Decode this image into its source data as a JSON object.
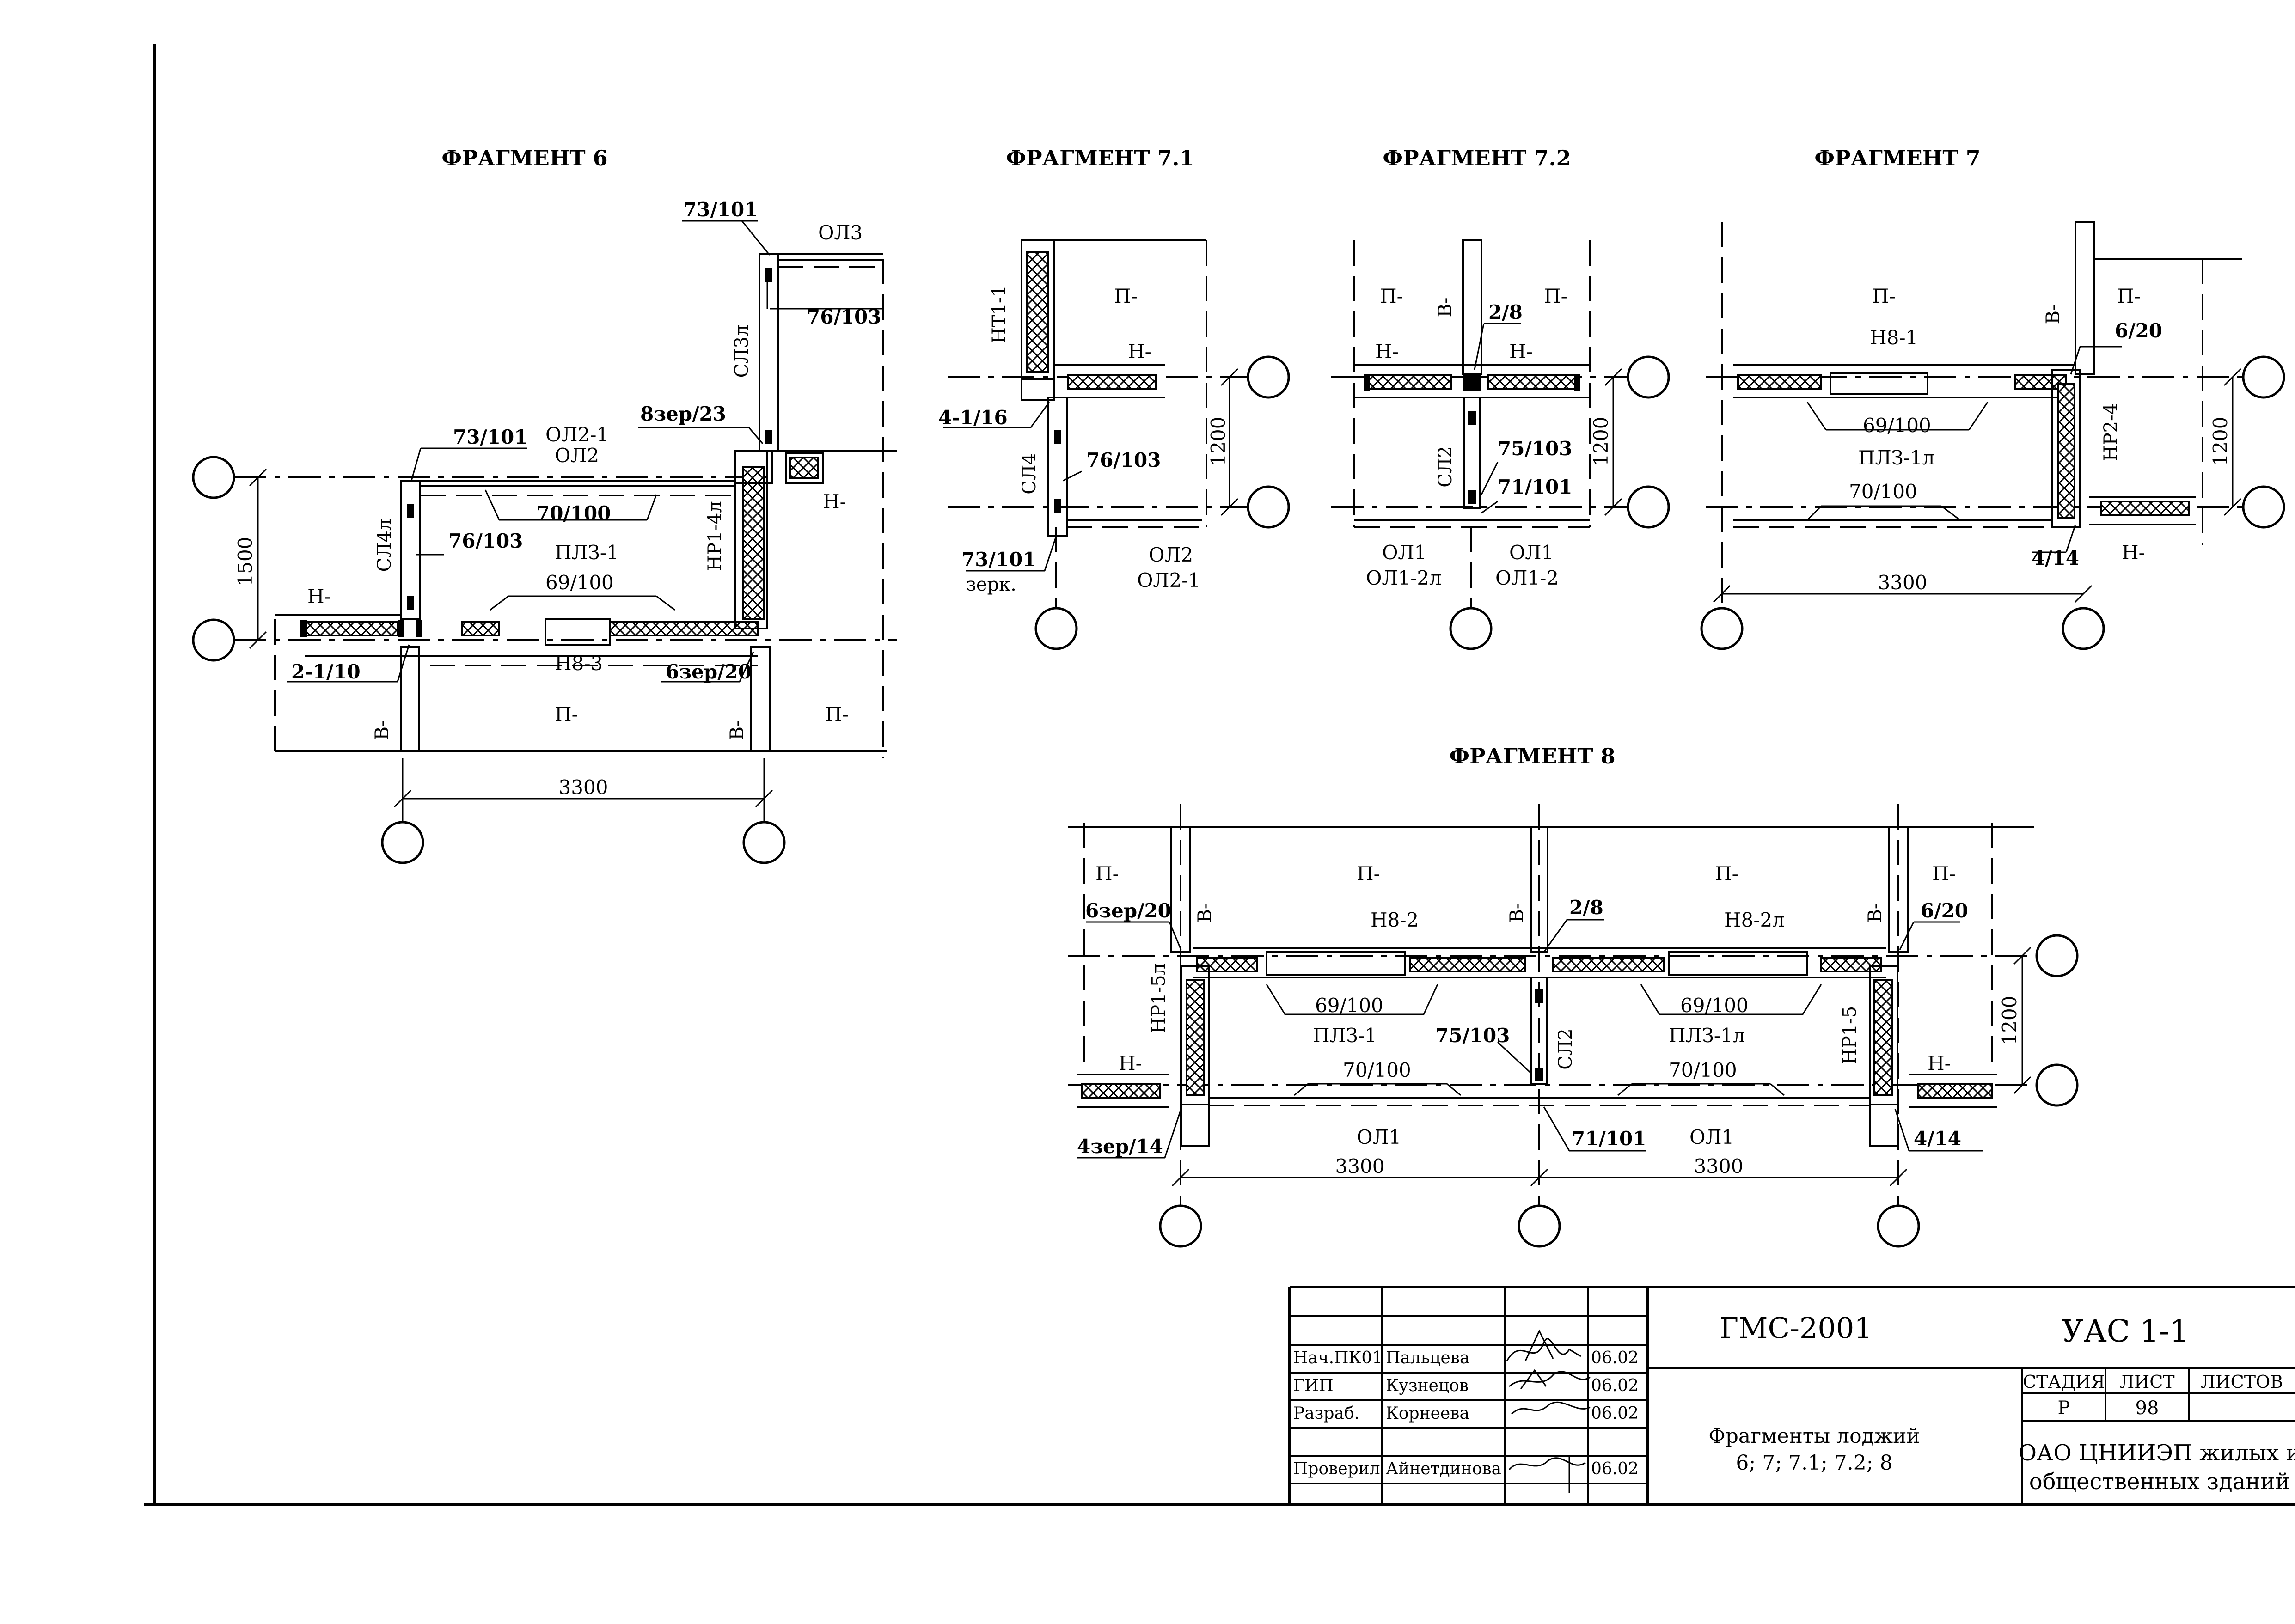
{
  "fragments": {
    "f6": {
      "title": "ФРАГМЕНТ 6",
      "labels": {
        "a": "73/101",
        "b": "ОЛ3",
        "c": "76/103",
        "d": "СЛ3л",
        "e": "8зер/23",
        "f": "73/101",
        "g": "ОЛ2-1",
        "h": "ОЛ2",
        "i": "НР1-4л",
        "j": "Н-",
        "k": "70/100",
        "l": "СЛ4л",
        "m": "76/103",
        "n": "ПЛЗ-1",
        "o": "69/100",
        "p": "Н-",
        "q": "Н8-3",
        "r": "2-1/10",
        "s": "6зер/20",
        "t": "П-",
        "u": "В-",
        "v": "В-",
        "w": "П-"
      },
      "dim_vertical": "1500",
      "dim_horizontal": "3300"
    },
    "f71": {
      "title": "ФРАГМЕНТ 7.1",
      "labels": {
        "a": "НТ1-1",
        "b": "П-",
        "c": "Н-",
        "d": "4-1/16",
        "e": "СЛ4",
        "f": "76/103",
        "g": "73/101",
        "h": "зерк.",
        "i": "ОЛ2",
        "j": "ОЛ2-1"
      },
      "dim_vertical": "1200"
    },
    "f72": {
      "title": "ФРАГМЕНТ 7.2",
      "labels": {
        "a": "П-",
        "b": "В-",
        "c": "2/8",
        "d": "П-",
        "e": "Н-",
        "f": "Н-",
        "g": "СЛ2",
        "h": "75/103",
        "i": "71/101",
        "j": "ОЛ1",
        "k": "ОЛ1-2л",
        "l": "ОЛ1",
        "m": "ОЛ1-2"
      },
      "dim_vertical": "1200"
    },
    "f7": {
      "title": "ФРАГМЕНТ 7",
      "labels": {
        "a": "П-",
        "b": "Н8-1",
        "c": "В-",
        "d": "П-",
        "e": "6/20",
        "f": "69/100",
        "g": "ПЛЗ-1л",
        "h": "НР2-4",
        "i": "70/100",
        "j": "4/14",
        "k": "Н-"
      },
      "dim_vertical": "1200",
      "dim_horizontal": "3300"
    },
    "f8": {
      "title": "ФРАГМЕНТ 8",
      "labels": {
        "a": "П-",
        "b": "П-",
        "c": "П-",
        "d": "П-",
        "e": "6зер/20",
        "f": "В-",
        "g": "Н8-2",
        "h": "В-",
        "i": "2/8",
        "j": "Н8-2л",
        "k": "В-",
        "l": "6/20",
        "m": "НР1-5л",
        "n": "69/100",
        "o": "69/100",
        "p": "НР1-5",
        "q": "ПЛЗ-1",
        "r": "75/103",
        "s": "СЛ2",
        "t": "ПЛЗ-1л",
        "u": "Н-",
        "v": "70/100",
        "w": "70/100",
        "x": "Н-",
        "y": "4зер/14",
        "z": "ОЛ1",
        "aa": "71/101",
        "ab": "ОЛ1",
        "ac": "4/14"
      },
      "dim_vertical": "1200",
      "dim_h1": "3300",
      "dim_h2": "3300"
    }
  },
  "title_block": {
    "project_code": "ГМС-2001",
    "sheet_code": "УАС 1-1",
    "rows": [
      {
        "role": "Нач.ПК01",
        "name": "Пальцева",
        "date": "06.02"
      },
      {
        "role": "ГИП",
        "name": "Кузнецов",
        "date": "06.02"
      },
      {
        "role": "Разраб.",
        "name": "Корнеева",
        "date": "06.02"
      },
      {
        "role": "Проверил",
        "name": "Айнетдинова",
        "date": "06.02"
      }
    ],
    "drawing_title_1": "Фрагменты лоджий",
    "drawing_title_2": "6; 7; 7.1; 7.2; 8",
    "stage_header": "СТАДИЯ",
    "sheet_header": "ЛИСТ",
    "sheets_header": "ЛИСТОВ",
    "stage": "Р",
    "sheet": "98",
    "sheets": "",
    "org_1": "ОАО ЦНИИЭП жилых и",
    "org_2": "общественных зданий"
  }
}
